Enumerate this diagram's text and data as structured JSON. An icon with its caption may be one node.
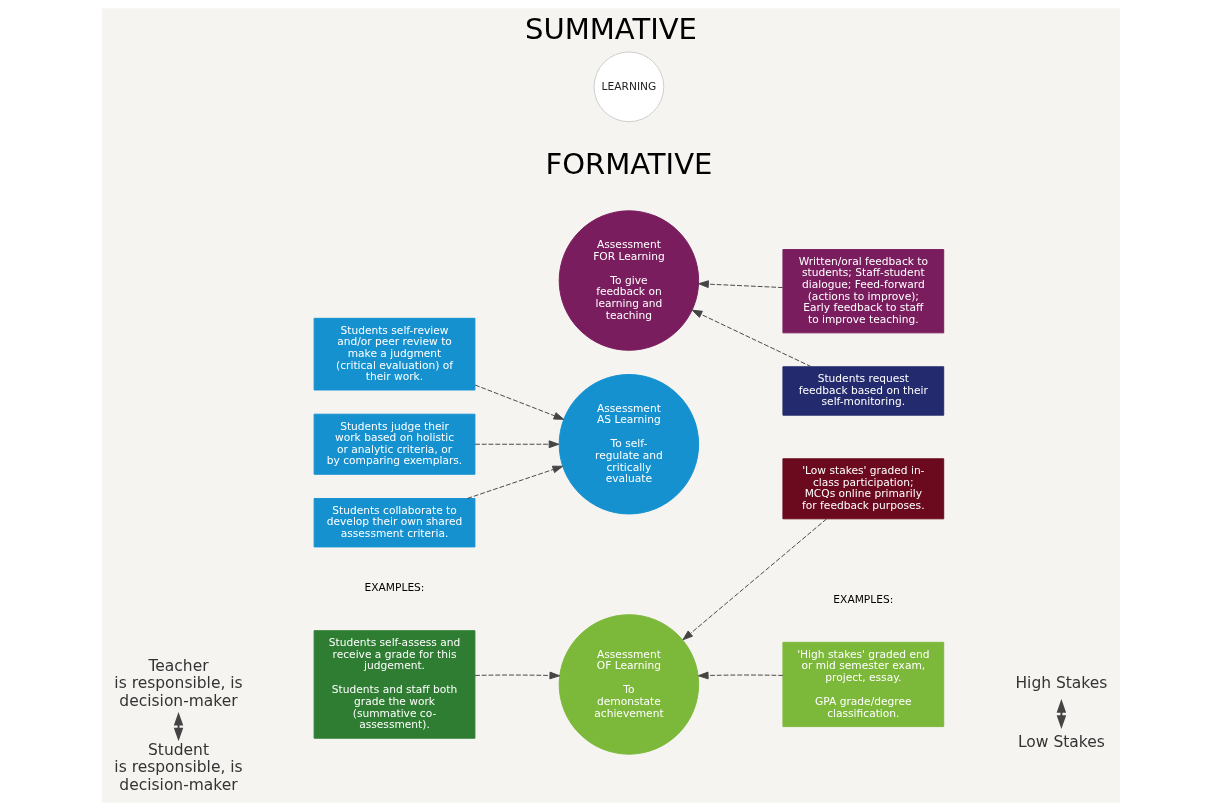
{
  "diagram": {
    "title": "SUMMATIVE",
    "caption": "FORMATIVE",
    "nodes": [
      {
        "text": [
          "Teacher",
          "is responsible, is decision-maker"
        ]
      },
      {
        "text": [
          "Student",
          "is responsible, is decision-maker"
        ]
      },
      {
        "text": [
          "High Stakes"
        ]
      },
      {
        "text": [
          "Low Stakes"
        ]
      },
      {
        "text": [
          "Students self-assess and receive a grade for this judgement.",
          "Students and staff both grade the work (summative co-assessment)."
        ]
      },
      {
        "text": [
          "Students self-review and/or peer review to make a judgment (critical evaluation) of their work."
        ]
      },
      {
        "text": [
          "Students judge their work based on holistic or analytic criteria, or by comparing exemplars."
        ]
      },
      {
        "text": [
          "Students collaborate to develop their own shared assessment criteria."
        ]
      },
      {
        "text": [
          "Assessment OF Learning",
          "To demonstate achievement"
        ]
      },
      {
        "text": [
          "Assessment AS Learning",
          "To self-regulate and critically evaluate"
        ]
      },
      {
        "text": [
          "Assessment FOR Learning",
          "To give feedback on learning and teaching"
        ]
      },
      {
        "text": [
          "LEARNING"
        ]
      },
      {
        "text": [
          "'High stakes' graded end or mid semester exam, project, essay.",
          "GPA grade/degree classification."
        ]
      },
      {
        "text": [
          "'Low stakes' graded in-class participation; MCQs online primarily for feedback purposes."
        ]
      },
      {
        "text": [
          "Written/oral feedback to students; Staff-student dialogue; Feed-forward (actions to improve); Early feedback to staff to improve teaching."
        ]
      },
      {
        "text": [
          "Students request feedback based on their self-monitoring."
        ]
      }
    ],
    "edges": [
      {
        "from": 0,
        "to": 1,
        "arrow": "both"
      },
      {
        "from": 2,
        "to": 3,
        "arrow": "both"
      },
      {
        "from": 4,
        "to": 8,
        "arrow": "to",
        "style": "dashed"
      },
      {
        "from": 5,
        "to": 9,
        "arrow": "to",
        "style": "dashed"
      },
      {
        "from": 6,
        "to": 9,
        "arrow": "to",
        "style": "dashed"
      },
      {
        "from": 7,
        "to": 9,
        "arrow": "to",
        "style": "dashed"
      },
      {
        "from": 12,
        "to": 8,
        "arrow": "to",
        "style": "dashed"
      },
      {
        "from": 13,
        "to": 8,
        "arrow": "to",
        "style": "dashed"
      },
      {
        "from": 14,
        "to": 10,
        "arrow": "to",
        "style": "dashed"
      },
      {
        "from": 15,
        "to": 10,
        "arrow": "to",
        "style": "dashed"
      }
    ],
    "labels": [
      "EXAMPLES:",
      "EXAMPLES:"
    ]
  }
}
